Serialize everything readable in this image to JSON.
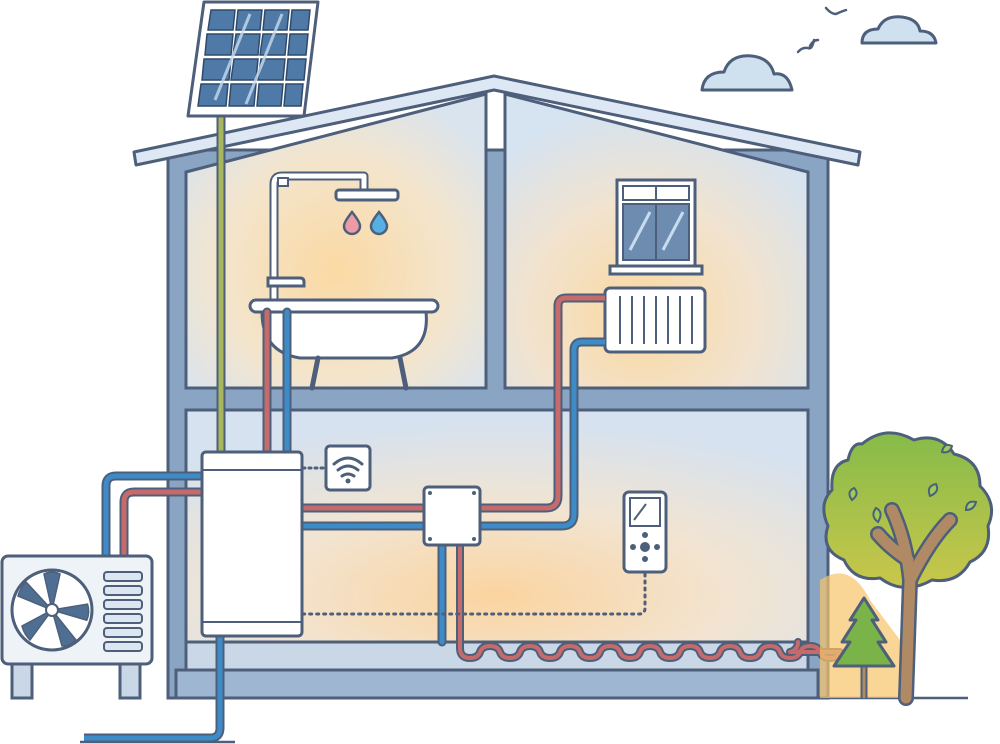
{
  "scene": {
    "subject": "home-heating-system-illustration",
    "components": [
      {
        "id": "solar-panel",
        "icon": "solar-panel-icon"
      },
      {
        "id": "shower",
        "icon": "shower-icon"
      },
      {
        "id": "bathtub",
        "icon": "bathtub-icon"
      },
      {
        "id": "window",
        "icon": "window-icon"
      },
      {
        "id": "radiator",
        "icon": "radiator-icon"
      },
      {
        "id": "wifi-module",
        "icon": "wifi-icon"
      },
      {
        "id": "boiler",
        "icon": "boiler-icon"
      },
      {
        "id": "distribution-box",
        "icon": "junction-box-icon"
      },
      {
        "id": "thermostat-remote",
        "icon": "remote-control-icon"
      },
      {
        "id": "heat-pump-unit",
        "icon": "fan-icon"
      },
      {
        "id": "underfloor-heating",
        "icon": "floor-heating-icon"
      },
      {
        "id": "tree",
        "icon": "tree-icon"
      },
      {
        "id": "clouds",
        "icon": "cloud-icon"
      },
      {
        "id": "birds",
        "icon": "bird-icon"
      }
    ]
  },
  "colors": {
    "outline": "#4d5f7a",
    "wall": "#8aa4c4",
    "interior_warm": "#f9dca8",
    "interior_cool": "#dde8f4",
    "hot_pipe": "#c66b6b",
    "cold_pipe": "#3d8bc7",
    "solar_cable": "#a8b75d",
    "water_drop_hot": "#ec9ba6",
    "water_drop_cold": "#57b0e4",
    "tree_green": "#7ab448",
    "trunk": "#b08a64",
    "cloud": "#cfe0ef"
  }
}
